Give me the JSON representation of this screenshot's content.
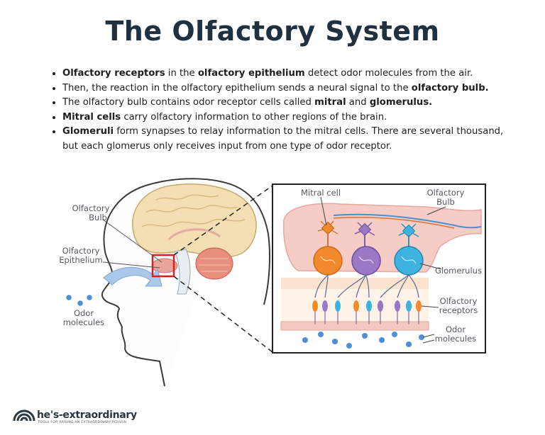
{
  "title": "The Olfactory System",
  "bullets": [
    [
      {
        "t": "Olfactory receptors",
        "b": true
      },
      {
        "t": " in the ",
        "b": false
      },
      {
        "t": "olfactory epithelium",
        "b": true
      },
      {
        "t": " detect odor molecules from the air.",
        "b": false
      }
    ],
    [
      {
        "t": "Then, the reaction in the olfactory epithelium sends a neural signal to the ",
        "b": false
      },
      {
        "t": "olfactory bulb.",
        "b": true
      }
    ],
    [
      {
        "t": "The olfactory bulb contains odor receptor cells called ",
        "b": false
      },
      {
        "t": "mitral",
        "b": true
      },
      {
        "t": " and ",
        "b": false
      },
      {
        "t": "glomerulus.",
        "b": true
      }
    ],
    [
      {
        "t": "Mitral cells",
        "b": true
      },
      {
        "t": " carry olfactory information to other regions of the brain.",
        "b": false
      }
    ],
    [
      {
        "t": "Glomeruli",
        "b": true
      },
      {
        "t": " form synapses to relay information to the mitral cells. There are several thousand, but each glomerus only receives input from one type of odor receptor.",
        "b": false
      }
    ]
  ],
  "head_labels": {
    "bulb_line1": "Olfactory",
    "bulb_line2": "Bulb",
    "epi_line1": "Olfactory",
    "epi_line2": "Epithelium",
    "odor_line1": "Odor",
    "odor_line2": "molecules"
  },
  "detail_labels": {
    "mitral": "Mitral cell",
    "bulb_line1": "Olfactory",
    "bulb_line2": "Bulb",
    "glomerulus": "Glomerulus",
    "receptors_line1": "Olfactory",
    "receptors_line2": "receptors",
    "odor_line1": "Odor",
    "odor_line2": "molecules"
  },
  "footer": {
    "brand": "he's-extraordinary",
    "tagline": "tools for raising an extraordinary person"
  },
  "colors": {
    "title": "#1f3140",
    "cell_orange": "#f28a2c",
    "cell_purple": "#9b78c6",
    "cell_cyan": "#3fb3e0",
    "bulb_pink": "#f6cdc6",
    "zoom_box": "#d62020",
    "odor_dot": "#4f8fd8",
    "airflow": "#a9c8ea"
  }
}
